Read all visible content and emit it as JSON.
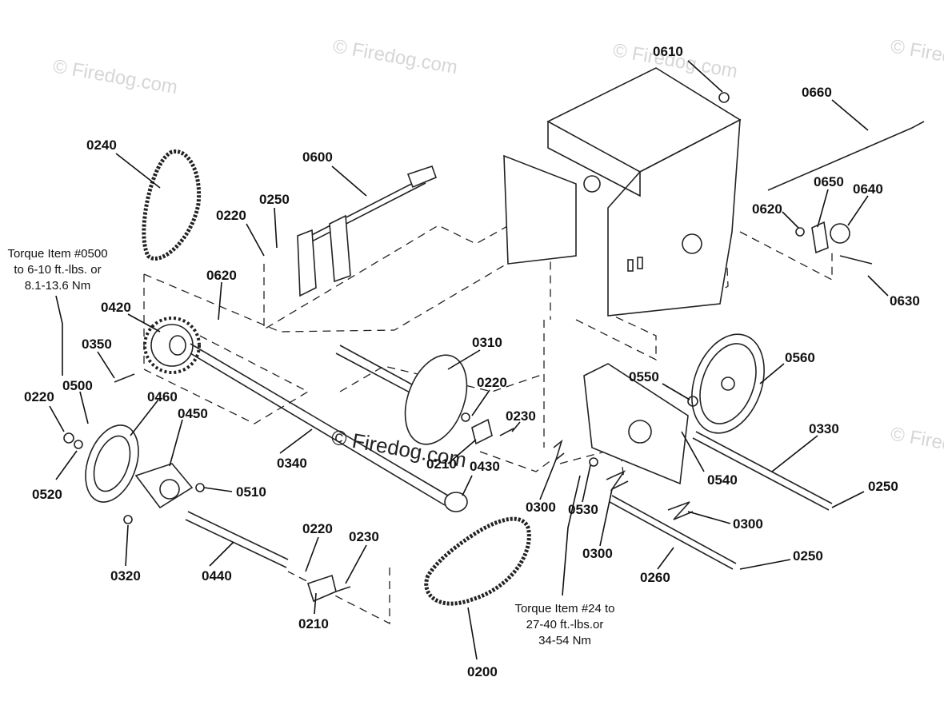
{
  "watermark": "© Firedog.com",
  "watermark_center": "© Firedog.com",
  "notes": {
    "torque_0500": [
      "Torque Item #0500",
      "to 6-10 ft.-lbs. or",
      "8.1-13.6 Nm"
    ],
    "torque_24": [
      "Torque Item #24 to",
      "27-40 ft.-lbs.or",
      "34-54 Nm"
    ]
  },
  "callouts": [
    "0610",
    "0660",
    "0240",
    "0600",
    "0250",
    "0220",
    "0650",
    "0640",
    "0620",
    "0630",
    "0620",
    "0420",
    "0350",
    "0500",
    "0220",
    "0460",
    "0450",
    "0510",
    "0520",
    "0320",
    "0340",
    "0310",
    "0220",
    "0230",
    "0210",
    "0430",
    "0550",
    "0560",
    "0540",
    "0330",
    "0250",
    "0300",
    "0530",
    "0300",
    "0300",
    "0260",
    "0250",
    "0440",
    "0220",
    "0230",
    "0210",
    "0200"
  ]
}
